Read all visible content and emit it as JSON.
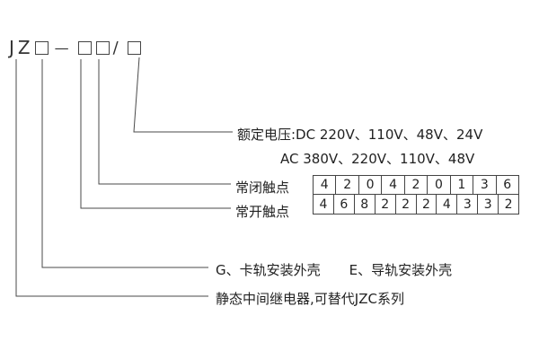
{
  "model": {
    "prefix": "JZ",
    "dash": "—",
    "slash": "/"
  },
  "voltage": {
    "dc": "额定电压:DC 220V、110V、48V、24V",
    "ac": "AC 380V、220V、110V、48V"
  },
  "contacts": {
    "nc_label": "常闭触点",
    "no_label": "常开触点",
    "nc_values": [
      "4",
      "2",
      "0",
      "4",
      "2",
      "0",
      "1",
      "3",
      "6"
    ],
    "no_values": [
      "4",
      "6",
      "8",
      "2",
      "2",
      "2",
      "4",
      "3",
      "3",
      "2"
    ]
  },
  "shell": {
    "g": "G、卡轨安装外壳",
    "e": "E、导轨安装外壳"
  },
  "series": {
    "description": "静态中间继电器,可替代JZC系列"
  }
}
